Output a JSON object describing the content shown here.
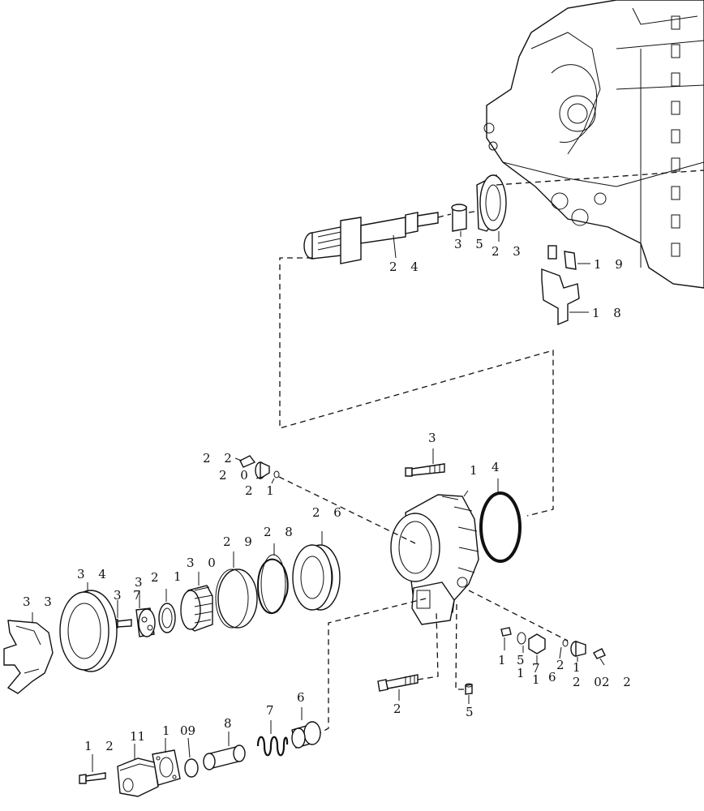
{
  "callouts": [
    {
      "id": "c24",
      "text": "2 4"
    },
    {
      "id": "c35",
      "text": "3 5"
    },
    {
      "id": "c23",
      "text": "2 3"
    },
    {
      "id": "c19",
      "text": "1 9"
    },
    {
      "id": "c18",
      "text": "1 8"
    },
    {
      "id": "c3",
      "text": "3"
    },
    {
      "id": "c1",
      "text": "1"
    },
    {
      "id": "c4",
      "text": "4"
    },
    {
      "id": "c22a",
      "text": "2 2"
    },
    {
      "id": "c20a",
      "text": "2 0"
    },
    {
      "id": "c21a",
      "text": "2 1"
    },
    {
      "id": "c26",
      "text": "2 6"
    },
    {
      "id": "c29",
      "text": "2 9"
    },
    {
      "id": "c28",
      "text": "2 8"
    },
    {
      "id": "c30",
      "text": "3 0"
    },
    {
      "id": "c31",
      "text": "1"
    },
    {
      "id": "c32",
      "text": "2"
    },
    {
      "id": "c33b",
      "text": "3"
    },
    {
      "id": "c37",
      "text": "7"
    },
    {
      "id": "c36",
      "text": "3"
    },
    {
      "id": "c34",
      "text": "3 4"
    },
    {
      "id": "c33",
      "text": "3 3"
    },
    {
      "id": "c15",
      "text": "1"
    },
    {
      "id": "c15b",
      "text": "5"
    },
    {
      "id": "c17a",
      "text": "1"
    },
    {
      "id": "c17b",
      "text": "7"
    },
    {
      "id": "c16a",
      "text": "1"
    },
    {
      "id": "c16b",
      "text": "6"
    },
    {
      "id": "c21b",
      "text": "2"
    },
    {
      "id": "c21c",
      "text": "1"
    },
    {
      "id": "c20b",
      "text": "2 0"
    },
    {
      "id": "c22b",
      "text": "2 2"
    },
    {
      "id": "c2",
      "text": "2"
    },
    {
      "id": "c5",
      "text": "5"
    },
    {
      "id": "c6",
      "text": "6"
    },
    {
      "id": "c7",
      "text": "7"
    },
    {
      "id": "c8",
      "text": "8"
    },
    {
      "id": "c09",
      "text": "09"
    },
    {
      "id": "c10",
      "text": "1"
    },
    {
      "id": "c11",
      "text": "11"
    },
    {
      "id": "c12",
      "text": "1 2"
    }
  ]
}
